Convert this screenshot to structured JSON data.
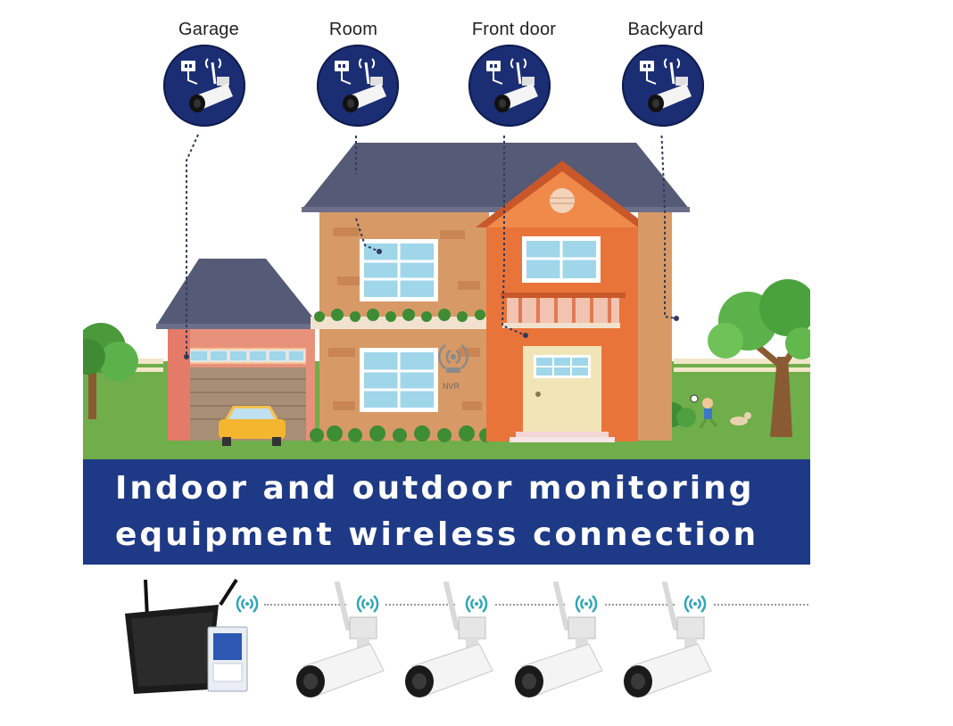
{
  "locations": [
    {
      "id": "garage",
      "label": "Garage"
    },
    {
      "id": "room",
      "label": "Room"
    },
    {
      "id": "front_door",
      "label": "Front door"
    },
    {
      "id": "backyard",
      "label": "Backyard"
    }
  ],
  "banner": {
    "line1": "Indoor and outdoor monitoring",
    "line2": "equipment wireless connection"
  },
  "house": {
    "nvr_label": "NVR"
  },
  "colors": {
    "badge_blue": "#1b2e74",
    "banner_blue": "#1e3a86",
    "roof": "#555a76",
    "brick": "#d79a66",
    "orange_wall": "#e9743a",
    "grass": "#6fae4a",
    "wifi_teal": "#2fa6b8"
  },
  "equipment": {
    "nvr_icon": "nvr-monitor-with-hard-drive",
    "camera_icon": "wireless-bullet-camera",
    "camera_count": 4
  }
}
